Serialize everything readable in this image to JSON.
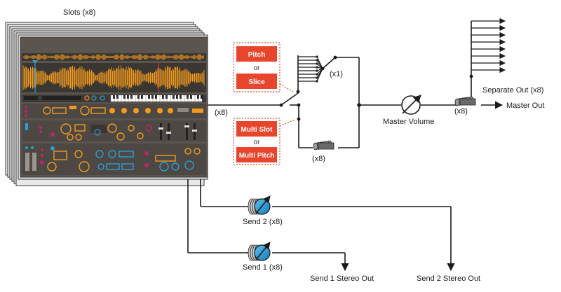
{
  "labels": {
    "slots": "Slots (x8)",
    "x8_main": "(x8)",
    "x1": "(x1)",
    "x8_multi": "(x8)",
    "master_volume": "Master Volume",
    "separate_out": "Separate Out (x8)",
    "x8_master": "(x8)",
    "master_out": "Master Out",
    "send2": "Send 2 (x8)",
    "send1": "Send 1 (x8)",
    "send1_out": "Send 1 Stereo Out",
    "send2_out": "Send 2 Stereo Out"
  },
  "modes_top": {
    "first": "Pitch",
    "or": "or",
    "second": "Slice"
  },
  "modes_bottom": {
    "first": "Multi Slot",
    "or": "or",
    "second": "Multi Pitch"
  },
  "colors": {
    "accent_red": "#e8452c",
    "panel_dark": "#5b554f",
    "waveform_orange": "#f39a1e",
    "knob_blue": "#2a9fd6",
    "magenta": "#c0246b"
  }
}
